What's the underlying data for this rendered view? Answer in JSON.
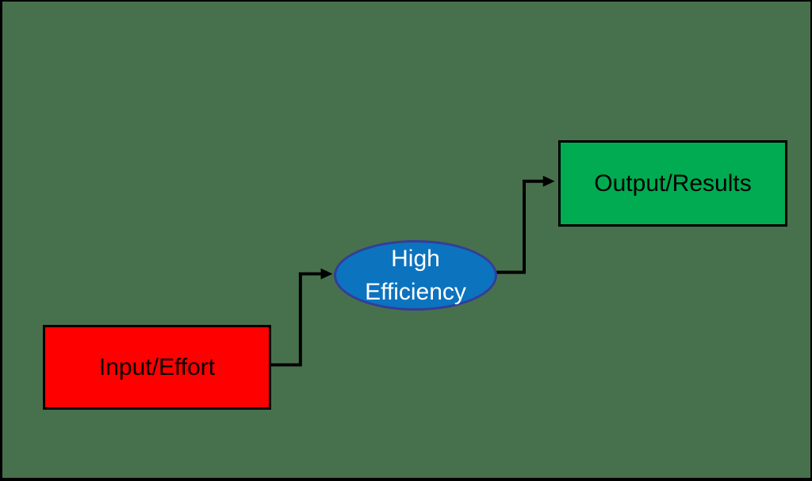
{
  "canvas": {
    "background_color": "#47714C",
    "frame_color": "#000000"
  },
  "nodes": {
    "input": {
      "label": "Input/Effort",
      "fill_color": "#FE0000",
      "border_color": "#000000",
      "text_color": "#000000"
    },
    "efficiency": {
      "label": "High Efficiency",
      "label_line1": "High",
      "label_line2": "Efficiency",
      "fill_color": "#0C73BF",
      "border_color": "#333D99",
      "text_color": "#FFFFFF"
    },
    "output": {
      "label": "Output/Results",
      "fill_color": "#00AB51",
      "border_color": "#000000",
      "text_color": "#000000"
    }
  },
  "connectors": {
    "input_to_efficiency": {
      "from": "Input/Effort",
      "to": "High Efficiency",
      "color": "#000000"
    },
    "efficiency_to_output": {
      "from": "High Efficiency",
      "to": "Output/Results",
      "color": "#000000"
    }
  }
}
